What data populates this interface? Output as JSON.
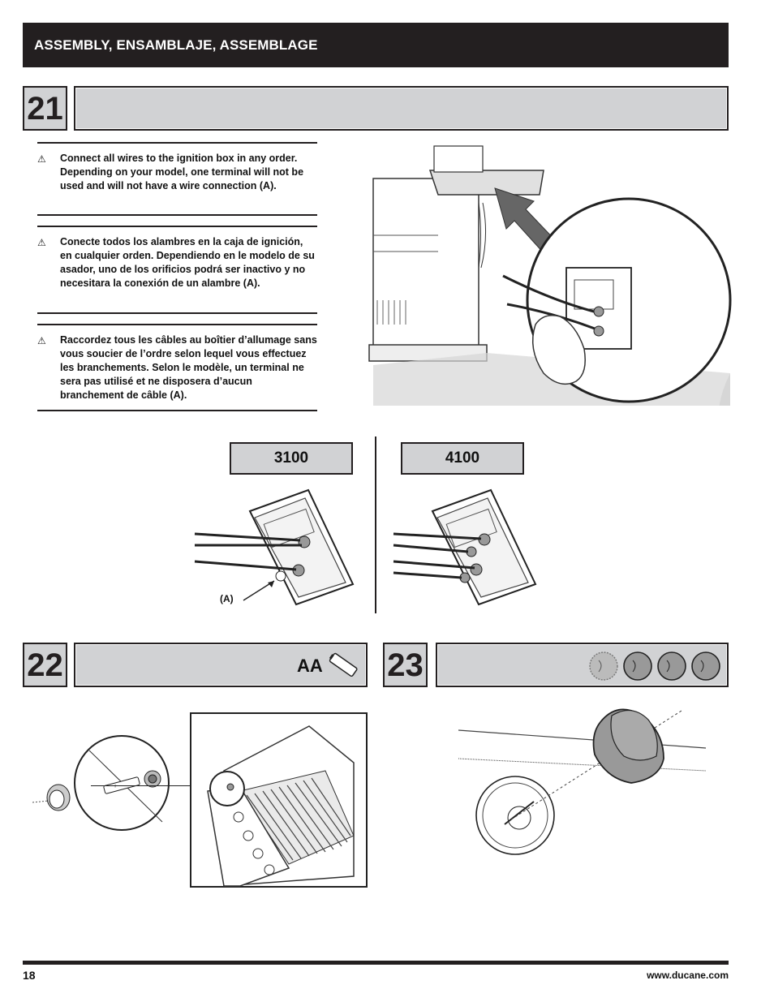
{
  "header": {
    "title": "ASSEMBLY, ENSAMBLAJE, ASSEMBLAGE"
  },
  "steps": [
    {
      "number": "21"
    },
    {
      "number": "22",
      "hardware_label": "AA"
    },
    {
      "number": "23"
    }
  ],
  "step21": {
    "instructions": [
      {
        "lang": "en",
        "text": "Connect all wires to the ignition box in any order. Depending on your model, one terminal will not be used and will not have a wire connection (A)."
      },
      {
        "lang": "es",
        "text": "Conecte todos los alambres en la caja de ignición, en cualquier orden. Dependiendo en le modelo de su asador, uno de los orificios podrá ser inactivo y no necesitara la conexión de un alambre (A)."
      },
      {
        "lang": "fr",
        "text": "Raccordez tous les câbles au boîtier d’allumage sans vous soucier de l’ordre selon lequel vous effectuez les branchements. Selon le modèle, un terminal ne sera pas utilisé et ne disposera d’aucun branchement de câble (A)."
      }
    ],
    "models": [
      {
        "label": "3100",
        "callout": "(A)"
      },
      {
        "label": "4100"
      }
    ]
  },
  "footer": {
    "page_number": "18",
    "website": "www.ducane.com"
  }
}
